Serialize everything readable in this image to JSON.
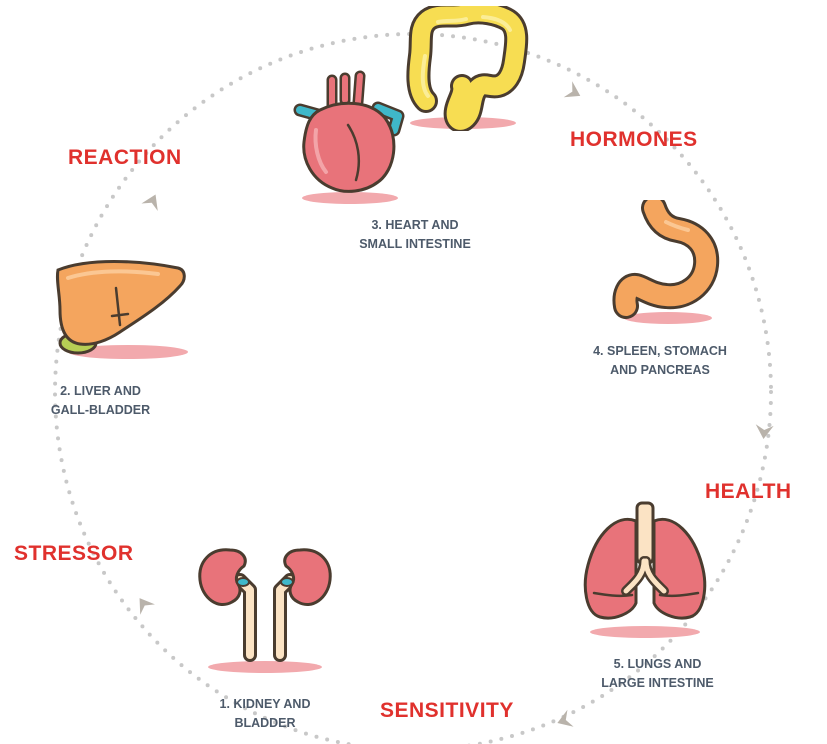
{
  "stages": {
    "reaction": "REACTION",
    "hormones": "HORMONES",
    "health": "HEALTH",
    "sensitivity": "SENSITIVITY",
    "stressor": "STRESSOR"
  },
  "organs": {
    "heart": {
      "line1": "3. HEART AND",
      "line2": "SMALL INTESTINE",
      "icon": "heart-icon"
    },
    "spleen": {
      "line1": "4. SPLEEN, STOMACH",
      "line2": "AND PANCREAS",
      "icon": "stomach-icon"
    },
    "lungs": {
      "line1": "5. LUNGS AND",
      "line2": "LARGE INTESTINE",
      "icon": "lungs-icon"
    },
    "kidney": {
      "line1": "1. KIDNEY AND",
      "line2": "BLADDER",
      "icon": "kidney-icon"
    },
    "liver": {
      "line1": "2. LIVER AND",
      "line2": "GALL-BLADDER",
      "icon": "liver-icon"
    }
  },
  "colors": {
    "label": "#e0312d",
    "caption": "#4d5a6a",
    "dots": "#c9c9c9",
    "arrow": "#b9b3ab"
  }
}
